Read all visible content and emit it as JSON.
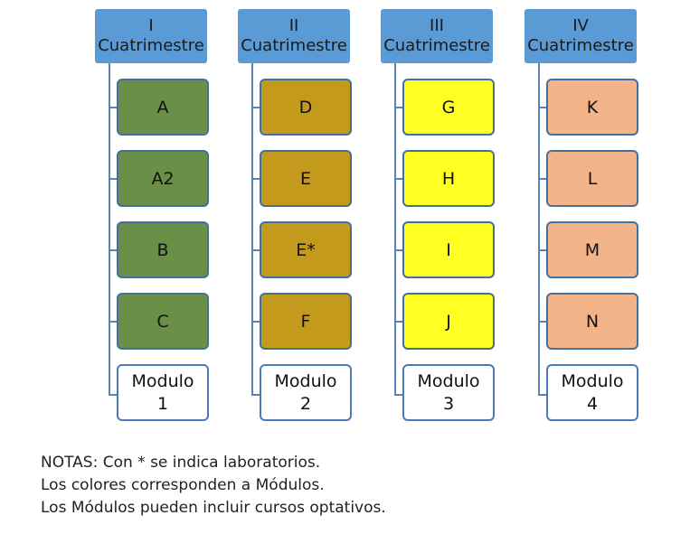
{
  "columns": [
    {
      "roman": "I",
      "title": "Cuatrimestre",
      "color": "#6a8f47",
      "courses": [
        "A",
        "A2",
        "B",
        "C"
      ],
      "module_label": "Modulo",
      "module_number": "1"
    },
    {
      "roman": "II",
      "title": "Cuatrimestre",
      "color": "#c49a1c",
      "courses": [
        "D",
        "E",
        "E*",
        "F"
      ],
      "module_label": "Modulo",
      "module_number": "2"
    },
    {
      "roman": "III",
      "title": "Cuatrimestre",
      "color": "#ffff22",
      "courses": [
        "G",
        "H",
        "I",
        "J"
      ],
      "module_label": "Modulo",
      "module_number": "3"
    },
    {
      "roman": "IV",
      "title": "Cuatrimestre",
      "color": "#f4b48a",
      "courses": [
        "K",
        "L",
        "M",
        "N"
      ],
      "module_label": "Modulo",
      "module_number": "4"
    }
  ],
  "notes": [
    "NOTAS: Con * se indica laboratorios.",
    "Los colores corresponden a Módulos.",
    "Los Módulos pueden incluir cursos optativos."
  ]
}
